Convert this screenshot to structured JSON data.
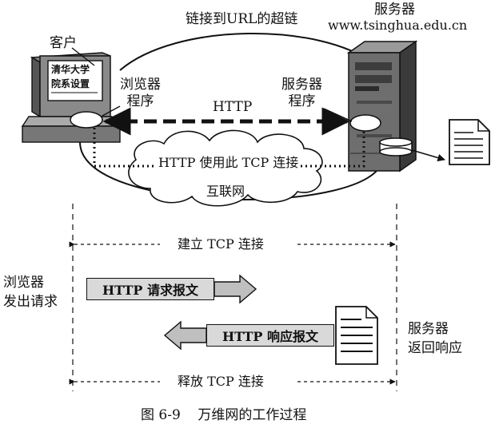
{
  "top": {
    "hyperlink_label": "链接到URL的超链",
    "server_title": "服务器",
    "server_url": "www.tsinghua.edu.cn",
    "client_title": "客户",
    "screen_line1": "清华大学",
    "screen_line2": "院系设置",
    "browser_label": "浏览器\n程序",
    "server_prog_label": "服务器\n程序",
    "http_label": "HTTP",
    "tcp_label": "HTTP 使用此 TCP 连接",
    "internet_label": "互联网"
  },
  "timeline": {
    "setup_label": "建立 TCP 连接",
    "browser_note": "浏览器\n发出请求",
    "request_label": "HTTP 请求报文",
    "response_label": "HTTP 响应报文",
    "server_note": "服务器\n返回响应",
    "release_label": "释放 TCP 连接"
  },
  "caption": "图 6-9    万维网的工作过程",
  "colors": {
    "line": "#111111",
    "box_fill": "#d9d9d9",
    "arrow_fill": "#bfbfbf"
  }
}
